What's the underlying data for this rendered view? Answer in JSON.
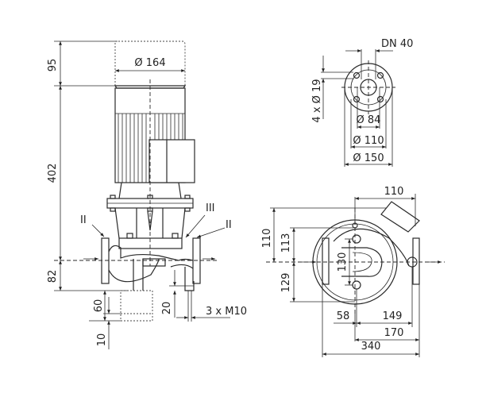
{
  "drawing": {
    "side_view": {
      "height_motor_removal": "95",
      "height_total": "402",
      "height_axis": "82",
      "motor_diameter": "Ø 164",
      "base_height": "60",
      "base_offset": "10",
      "foot_height": "20",
      "foot_bolts": "3 x M10",
      "marker_left": "II",
      "marker_right": "II",
      "marker_center": "III"
    },
    "flange_view": {
      "nominal_diameter": "DN 40",
      "bolt_holes": "4 x Ø 19",
      "inner_diameter": "Ø 84",
      "bolt_circle": "Ø 110",
      "outer_diameter": "Ø 150"
    },
    "plan_view": {
      "terminal_box_offset": "110",
      "height_top": "110",
      "height_upper": "113",
      "height_lower": "129",
      "foot_spacing": "130",
      "foot_offset": "58",
      "width_right": "149",
      "half_length": "170",
      "total_length": "340"
    }
  }
}
